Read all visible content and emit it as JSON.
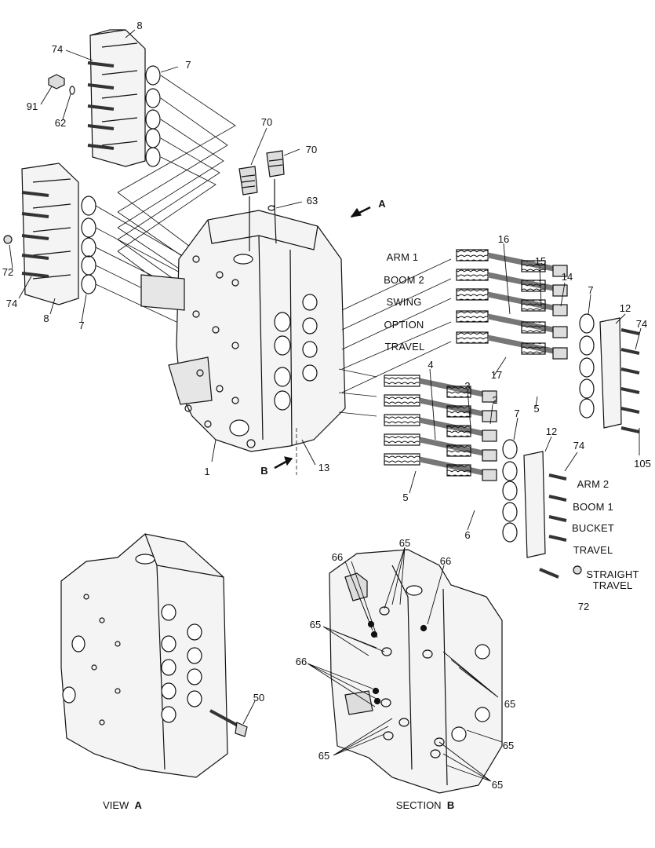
{
  "callouts": [
    "8",
    "74",
    "7",
    "91",
    "62",
    "70",
    "70",
    "63",
    "A",
    "72",
    "74",
    "8",
    "7",
    "ARM 1",
    "BOOM 2",
    "SWING",
    "OPTION",
    "TRAVEL",
    "16",
    "15",
    "14",
    "7",
    "12",
    "74",
    "17",
    "5",
    "105",
    "4",
    "3",
    "2",
    "7",
    "12",
    "74",
    "ARM 2",
    "BOOM 1",
    "BUCKET",
    "TRAVEL",
    "STRAIGHT",
    "TRAVEL",
    "72",
    "5",
    "6",
    "1",
    "13",
    "B",
    "66",
    "65",
    "66",
    "65",
    "66",
    "65",
    "65",
    "65",
    "65",
    "50"
  ],
  "view_a": {
    "prefix": "VIEW",
    "letter": "A"
  },
  "section_b": {
    "prefix": "SECTION",
    "letter": "B"
  },
  "colors": {
    "ink": "#111111",
    "fill": "#f4f4f4",
    "shade": "#cfcfcf"
  }
}
